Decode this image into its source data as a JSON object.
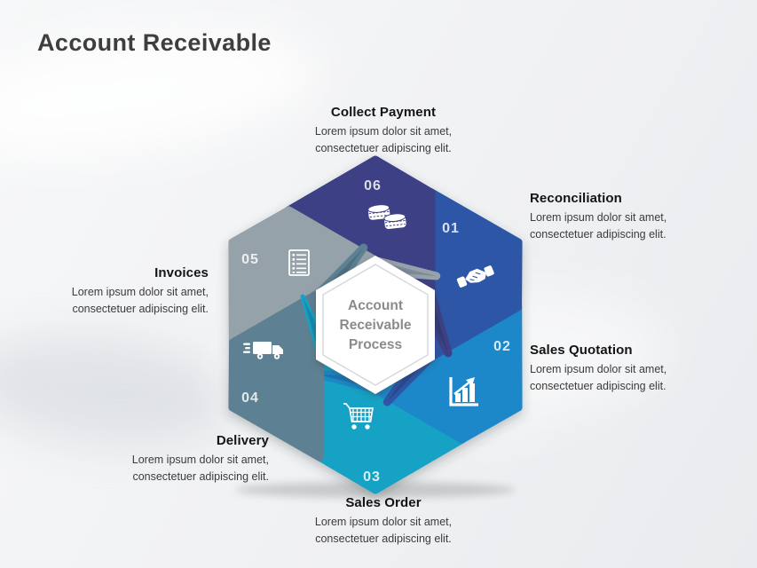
{
  "slide": {
    "title": "Account Receivable"
  },
  "center_hexagon": {
    "line1": "Account",
    "line2": "Receivable",
    "line3": "Process"
  },
  "steps": [
    {
      "id": "01",
      "label": "Reconciliation",
      "description": "Lorem ipsum dolor sit amet, consectetuer adipiscing elit.",
      "color": "#2e56a6",
      "icon": "handshake-icon"
    },
    {
      "id": "02",
      "label": "Sales Quotation",
      "description": "Lorem ipsum dolor sit amet, consectetuer adipiscing elit.",
      "color": "#1f88c9",
      "icon": "bar-chart-icon"
    },
    {
      "id": "03",
      "label": "Sales Order",
      "description": "Lorem ipsum dolor sit amet, consectetuer adipiscing elit.",
      "color": "#18a2c4",
      "icon": "shopping-cart-icon"
    },
    {
      "id": "04",
      "label": "Delivery",
      "description": "Lorem ipsum dolor sit amet, consectetuer adipiscing elit.",
      "color": "#5d8192",
      "icon": "delivery-truck-icon"
    },
    {
      "id": "05",
      "label": "Invoices",
      "description": "Lorem ipsum dolor sit amet, consectetuer adipiscing elit.",
      "color": "#96a2aa",
      "icon": "invoice-icon"
    },
    {
      "id": "06",
      "label": "Collect Payment",
      "description": "Lorem ipsum dolor sit amet, consectetuer adipiscing elit.",
      "color": "#3c4184",
      "icon": "coins-icon"
    }
  ]
}
